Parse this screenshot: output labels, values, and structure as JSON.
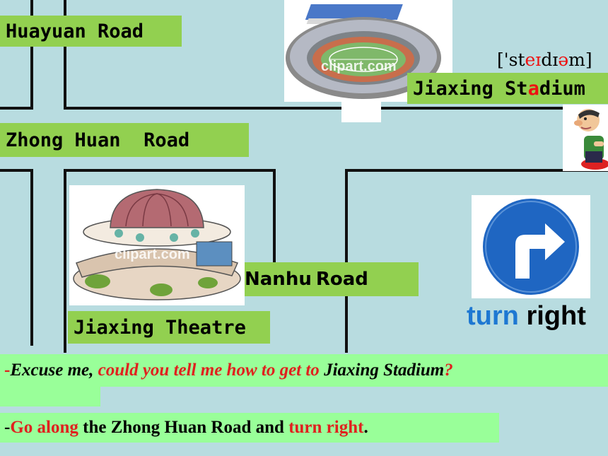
{
  "roads": {
    "huayuan": "Huayuan Road",
    "zhonghuan": "Zhong Huan  Road",
    "nanhu_a": "Nanhu",
    "nanhu_b": "Road"
  },
  "stadium": {
    "label_a": "Jiaxing St",
    "label_b": "a",
    "label_c": "dium",
    "phonetic_open": "['st",
    "phonetic_red1": "eɪ",
    "phonetic_mid": "dɪ",
    "phonetic_red2": "ə",
    "phonetic_close": "m]",
    "watermark": "clipart.com"
  },
  "theatre": {
    "label": "Jiaxing Theatre",
    "watermark": "clipart.com"
  },
  "sign": {
    "word1": "turn",
    "word2": "right"
  },
  "dialog": {
    "q_dash": "-",
    "q_1": "Excuse me, ",
    "q_2": "could you tell me how to get to",
    "q_3": " Jiaxing Stadium",
    "q_4": "?",
    "a_dash": "-",
    "a_1": "Go along",
    "a_2": " the Zhong Huan Road and ",
    "a_3": "turn right",
    "a_4": "."
  },
  "colors": {
    "background": "#b8dce0",
    "label_green": "#92d050",
    "dialog_green": "#99ff99",
    "accent_red": "#e0211e",
    "accent_blue": "#1e78d2"
  }
}
